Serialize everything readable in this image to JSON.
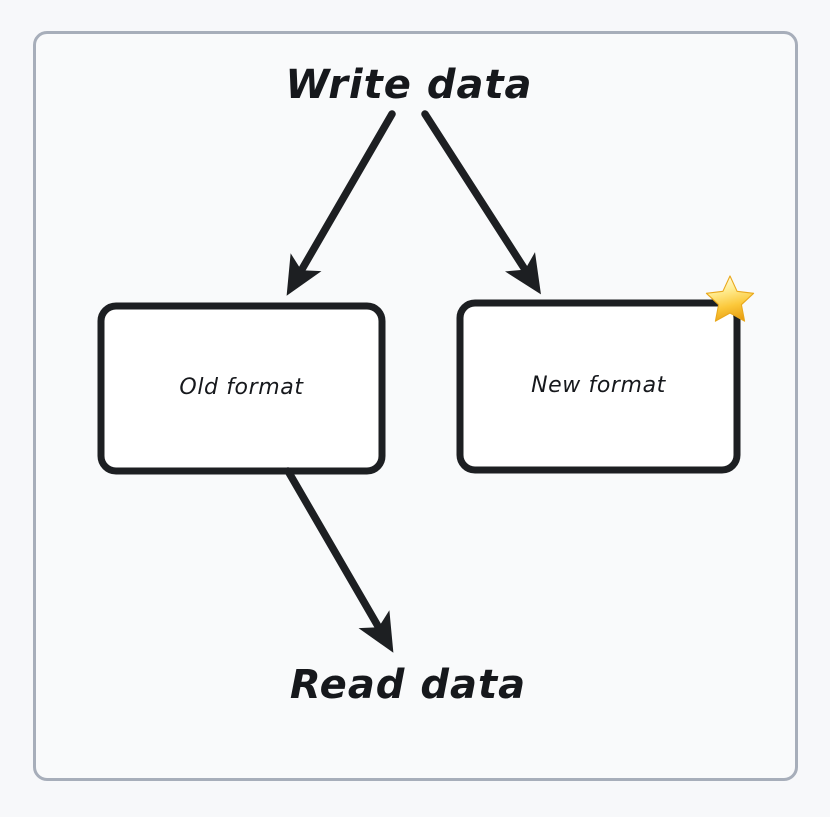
{
  "diagram": {
    "type": "flow-diagram",
    "title": "Write data",
    "background_color": "#f7f8fa",
    "frame": {
      "border_color": "#a7aeba",
      "fill_color": "#f9fafb"
    },
    "nodes": [
      {
        "id": "write-data",
        "label": "Write data",
        "kind": "title-text",
        "text_color": "#16181c"
      },
      {
        "id": "old-format",
        "label": "Old format",
        "kind": "box",
        "border_color": "#1d1f22",
        "fill_color": "#ffffff"
      },
      {
        "id": "new-format",
        "label": "New format",
        "kind": "box",
        "border_color": "#1d1f22",
        "fill_color": "#ffffff",
        "badge": "star-icon",
        "badge_colors": {
          "light": "#fff3b0",
          "mid": "#fbce3c",
          "dark": "#e8a317"
        }
      },
      {
        "id": "read-data",
        "label": "Read data",
        "kind": "title-text",
        "text_color": "#16181c"
      }
    ],
    "edges": [
      {
        "id": "write-to-old",
        "from": "write-data",
        "to": "old-format",
        "style": "solid-arrow",
        "color": "#1d1f22"
      },
      {
        "id": "write-to-new",
        "from": "write-data",
        "to": "new-format",
        "style": "solid-arrow",
        "color": "#1d1f22"
      },
      {
        "id": "old-to-read",
        "from": "old-format",
        "to": "read-data",
        "style": "solid-arrow",
        "color": "#1d1f22"
      }
    ]
  }
}
